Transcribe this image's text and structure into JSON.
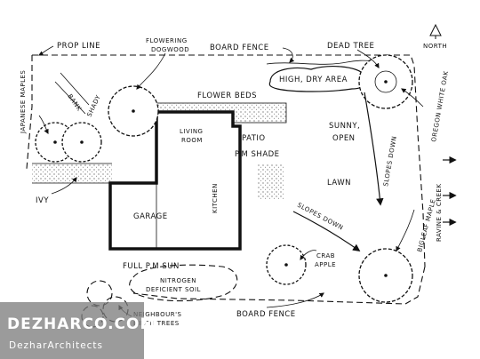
{
  "labels": {
    "prop_line": "PROP LINE",
    "flowering_dogwood": [
      "FLOWERING",
      "DOGWOOD"
    ],
    "board_fence_top": "BOARD FENCE",
    "dead_tree": "DEAD TREE",
    "north": "NORTH",
    "japanese_maples": "JAPANESE MAPLES",
    "bank": "BANK",
    "shady": "SHADY",
    "high_dry_area": "HIGH, DRY AREA",
    "oregon_white_oak": "OREGON WHITE OAK",
    "flower_beds": "FLOWER BEDS",
    "living_room": [
      "LIVING",
      "ROOM"
    ],
    "patio": "PATIO",
    "pm_shade": "P.M SHADE",
    "sunny_open": [
      "SUNNY,",
      "OPEN"
    ],
    "slopes_down_vertical": "SLOPES DOWN",
    "kitchen": "KITCHEN",
    "lawn": "LAWN",
    "ravine_creek": "RAVINE & CREEK",
    "ivy": "IVY",
    "garage": "GARAGE",
    "slopes_down_diagonal": "SLOPES DOWN",
    "bigleaf_maple": "BIGLEAF MAPLE",
    "crab_apple": [
      "CRAB",
      "APPLE"
    ],
    "full_pm_sun": "FULL P.M SUN",
    "nitrogen_deficient_soil": [
      "NITROGEN",
      "DEFICIENT SOIL"
    ],
    "neighbours_birch_trees": [
      "NEIGHBOUR'S",
      "BIRCH TREES"
    ],
    "board_fence_bottom": "BOARD FENCE"
  },
  "watermark": {
    "brand": "DEZHARCO.COM",
    "name": "DezharArchitects"
  }
}
